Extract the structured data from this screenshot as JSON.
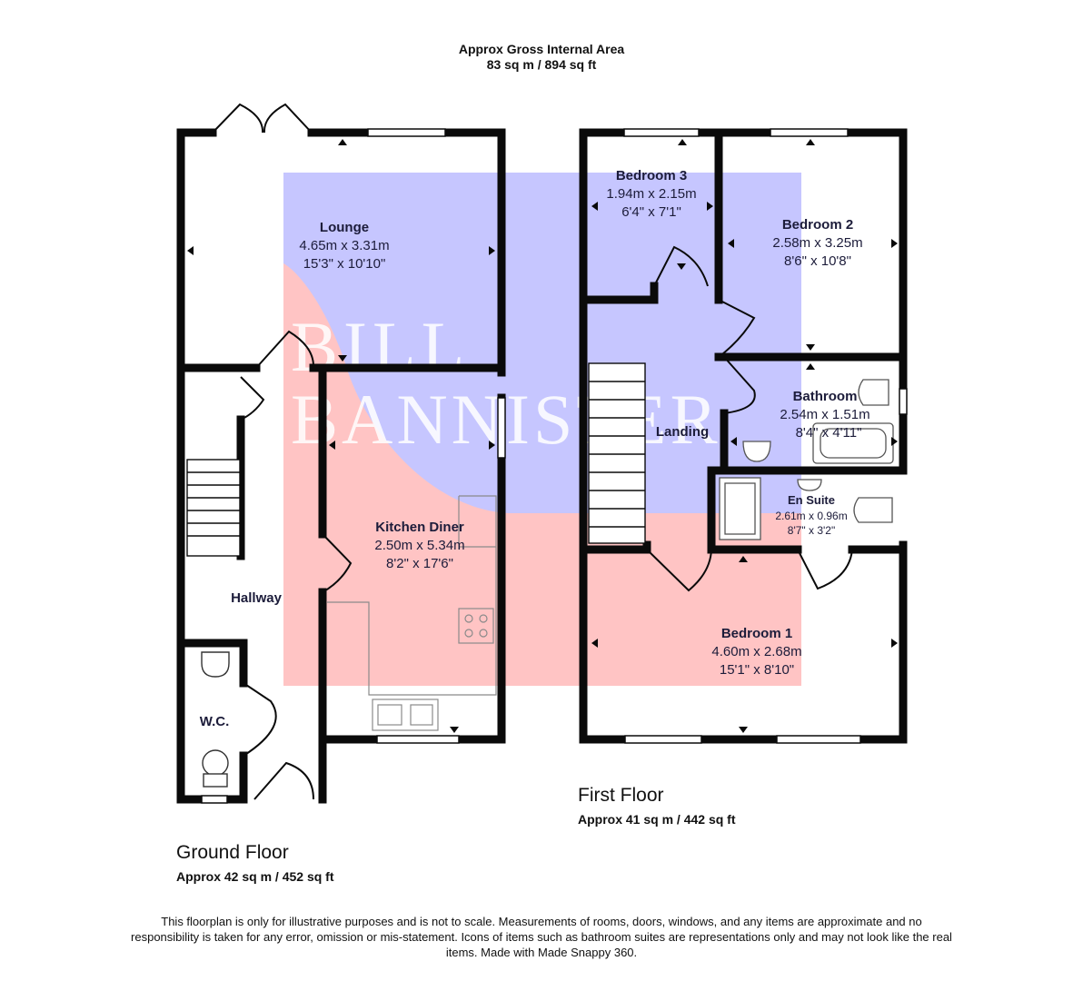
{
  "header": {
    "title": "Approx Gross Internal Area",
    "area": "83 sq m / 894 sq ft"
  },
  "watermark": {
    "line1": "BILL",
    "line2": "BANNISTER",
    "colors": {
      "blue": "#bcbcff",
      "red": "#ffbcbc"
    }
  },
  "ground_floor": {
    "name": "Ground Floor",
    "area": "Approx 42 sq m / 452 sq ft",
    "rooms": {
      "lounge": {
        "name": "Lounge",
        "metric": "4.65m x 3.31m",
        "imperial": "15'3\" x 10'10\""
      },
      "kitchen": {
        "name": "Kitchen Diner",
        "metric": "2.50m x 5.34m",
        "imperial": "8'2\" x 17'6\""
      },
      "hallway": {
        "name": "Hallway"
      },
      "wc": {
        "name": "W.C."
      }
    }
  },
  "first_floor": {
    "name": "First Floor",
    "area": "Approx 41 sq m / 442 sq ft",
    "rooms": {
      "bedroom3": {
        "name": "Bedroom 3",
        "metric": "1.94m x 2.15m",
        "imperial": "6'4\" x 7'1\""
      },
      "bedroom2": {
        "name": "Bedroom 2",
        "metric": "2.58m x 3.25m",
        "imperial": "8'6\" x 10'8\""
      },
      "bathroom": {
        "name": "Bathroom",
        "metric": "2.54m x 1.51m",
        "imperial": "8'4\" x 4'11\""
      },
      "landing": {
        "name": "Landing"
      },
      "ensuite": {
        "name": "En Suite",
        "metric": "2.61m x 0.96m",
        "imperial": "8'7\" x 3'2\""
      },
      "bedroom1": {
        "name": "Bedroom 1",
        "metric": "4.60m x 2.68m",
        "imperial": "15'1\" x 8'10\""
      }
    }
  },
  "disclaimer": "This floorplan is only for illustrative purposes and is not to scale. Measurements of rooms, doors, windows, and any items are approximate and no responsibility is taken for any error, omission or mis-statement. Icons of items such as bathroom suites are representations only and may not look like the real items. Made with Made Snappy 360.",
  "colors": {
    "wall": "#0a0a0a",
    "text": "#1c1c3a"
  }
}
